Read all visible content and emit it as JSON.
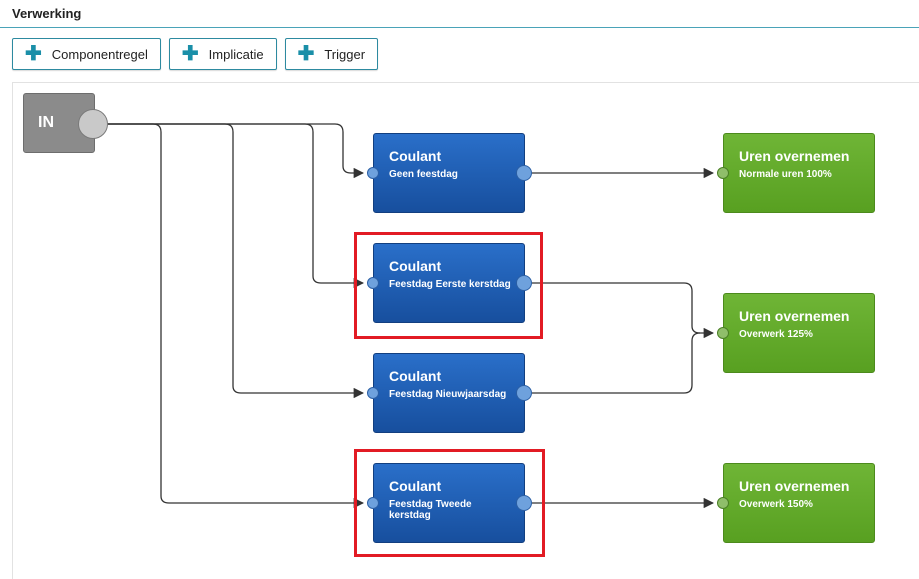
{
  "header": {
    "title": "Verwerking"
  },
  "toolbar": {
    "buttons": [
      {
        "label": "Componentregel",
        "icon": "plus-icon"
      },
      {
        "label": "Implicatie",
        "icon": "plus-icon"
      },
      {
        "label": "Trigger",
        "icon": "plus-icon"
      }
    ]
  },
  "flow": {
    "input": {
      "label": "IN"
    },
    "conditions": [
      {
        "title": "Coulant",
        "subtitle": "Geen feestdag",
        "highlighted": false
      },
      {
        "title": "Coulant",
        "subtitle": "Feestdag Eerste kerstdag",
        "highlighted": true
      },
      {
        "title": "Coulant",
        "subtitle": "Feestdag Nieuwjaarsdag",
        "highlighted": false
      },
      {
        "title": "Coulant",
        "subtitle": "Feestdag Tweede kerstdag",
        "highlighted": true
      }
    ],
    "actions": [
      {
        "title": "Uren overnemen",
        "subtitle": "Normale uren 100%"
      },
      {
        "title": "Uren overnemen",
        "subtitle": "Overwerk 125%"
      },
      {
        "title": "Uren overnemen",
        "subtitle": "Overwerk 150%"
      }
    ]
  },
  "colors": {
    "accent": "#1a8fa8",
    "condition_node": "#1f5fb5",
    "action_node": "#62a92b",
    "input_node": "#8b8b8b",
    "highlight": "#e21b24"
  }
}
